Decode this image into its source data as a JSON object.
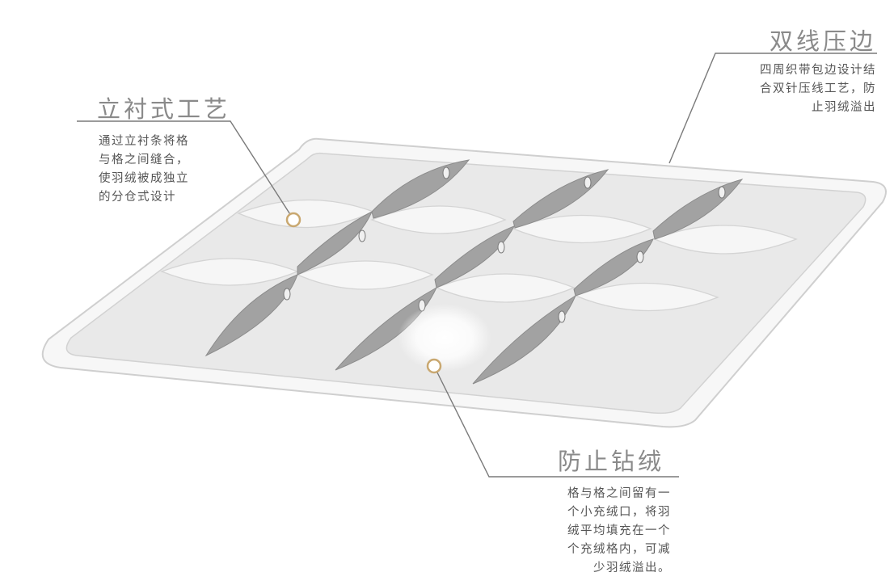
{
  "annotations": {
    "lichen": {
      "title": "立衬式工艺",
      "desc": "通过立衬条将格\n与格之间缝合，\n使羽绒被成独立\n的分仓式设计"
    },
    "yabian": {
      "title": "双线压边",
      "desc": "四周织带包边设计结\n合双针压线工艺，防\n止羽绒溢出"
    },
    "zuanrong": {
      "title": "防止钻绒",
      "desc": "格与格之间留有一\n个小充绒口，将羽\n绒平均填充在一个\n个充绒格内，可减\n少羽绒溢出。"
    }
  },
  "colors": {
    "outline": "#c8c8c8",
    "panel": "#e8e8e8",
    "baffle": "#9a9a9a",
    "leader": "#7a7a7a",
    "marker": "#c9a870",
    "title_text": "#8a8a8a",
    "body_text": "#555555"
  }
}
